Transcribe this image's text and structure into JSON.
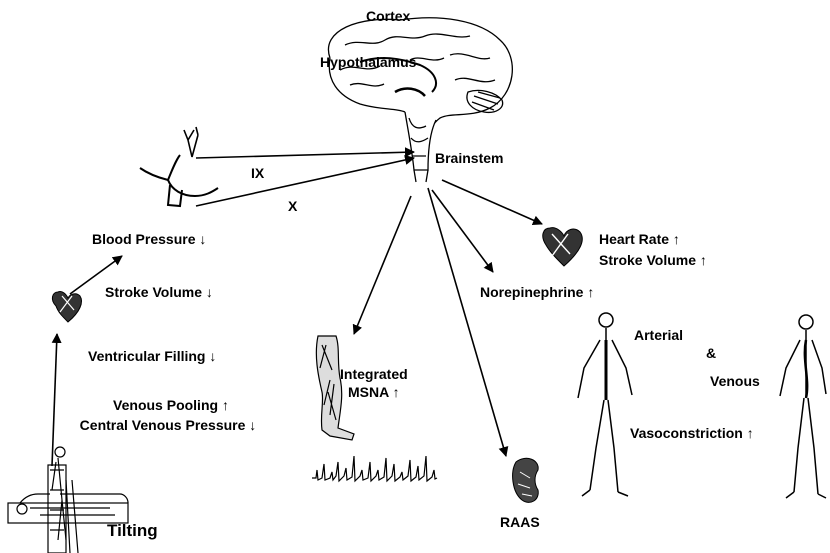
{
  "labels": {
    "cortex": "Cortex",
    "hypothalamus": "Hypothalamus",
    "brainstem": "Brainstem",
    "nerve_ix": "IX",
    "nerve_x": "X",
    "blood_pressure": "Blood Pressure ↓",
    "stroke_volume_left": "Stroke Volume ↓",
    "ventricular_filling": "Ventricular Filling ↓",
    "venous_pooling": "Venous Pooling ↑",
    "central_venous_pressure": "Central Venous Pressure ↓",
    "tilting": "Tilting",
    "integrated": "Integrated",
    "msna": "MSNA ↑",
    "raas": "RAAS",
    "heart_rate": "Heart Rate ↑",
    "stroke_volume_right": "Stroke Volume ↑",
    "norepinephrine": "Norepinephrine ↑",
    "arterial": "Arterial",
    "ampersand": "&",
    "venous": "Venous",
    "vasoconstriction": "Vasoconstriction ↑"
  },
  "colors": {
    "ink": "#000000",
    "background": "#ffffff",
    "shade": "#555555"
  }
}
